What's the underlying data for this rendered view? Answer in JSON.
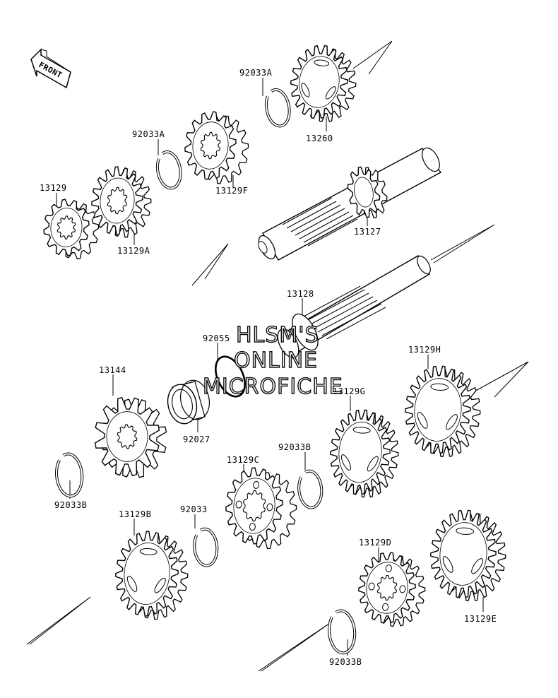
{
  "front_label": "FRONT",
  "watermark": {
    "line1": "HLSM'S",
    "line2": "ONLINE",
    "line3": "MICROFICHE"
  },
  "labels": {
    "p92033A_top": "92033A",
    "p13260": "13260",
    "p92033A_left": "92033A",
    "p13129F": "13129F",
    "p13129": "13129",
    "p13129A": "13129A",
    "p13127": "13127",
    "p13128": "13128",
    "p92055": "92055",
    "p13144": "13144",
    "p92027": "92027",
    "p13129H": "13129H",
    "p13129G": "13129G",
    "p92033B_mid": "92033B",
    "p13129C": "13129C",
    "p92033B_left": "92033B",
    "p13129B": "13129B",
    "p92033": "92033",
    "p13129D": "13129D",
    "p13129E": "13129E",
    "p92033B_bottom": "92033B"
  }
}
